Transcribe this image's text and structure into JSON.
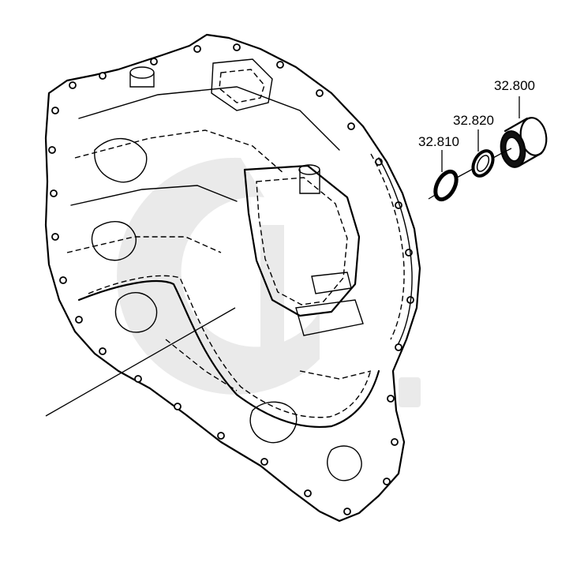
{
  "callouts": {
    "c1": "32.800",
    "c2": "32.820",
    "c3": "32.810"
  },
  "watermark": {
    "color": "#d9d9d9"
  }
}
